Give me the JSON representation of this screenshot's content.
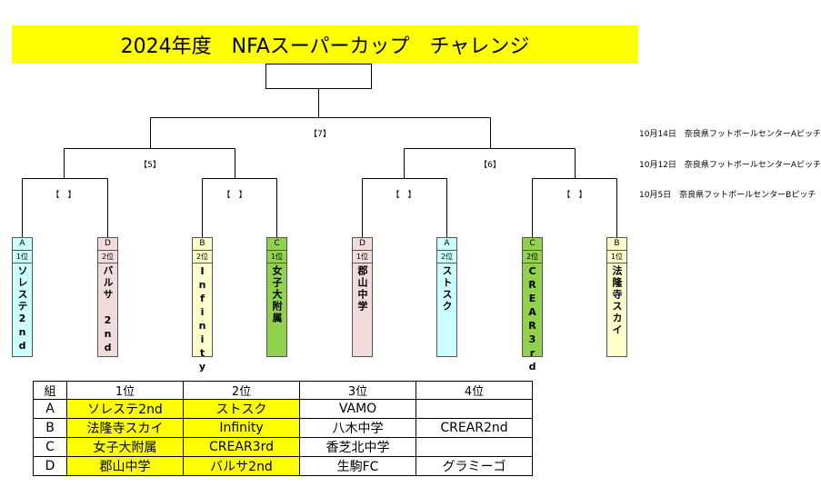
{
  "title": "2024年度　NFAスーパーカップ　チャレンジ",
  "bracket": {
    "final_label": "【7】",
    "semi_left_label": "【5】",
    "semi_right_label": "【6】",
    "qf_labels": [
      "【　】",
      "【　】",
      "【　】",
      "【　】"
    ],
    "teams": [
      {
        "group": "A",
        "rank": "1位",
        "name": "ソレステ2nd",
        "color": "#ccffff"
      },
      {
        "group": "D",
        "rank": "2位",
        "name": "バルサ 2nd",
        "color": "#f2dcdb"
      },
      {
        "group": "B",
        "rank": "2位",
        "name": "Infinity",
        "color": "#ffffcc"
      },
      {
        "group": "C",
        "rank": "1位",
        "name": "女子大附属",
        "color": "#92d050"
      },
      {
        "group": "D",
        "rank": "1位",
        "name": "郡山中学",
        "color": "#f2dcdb"
      },
      {
        "group": "A",
        "rank": "2位",
        "name": "ストスク",
        "color": "#ccffff"
      },
      {
        "group": "C",
        "rank": "2位",
        "name": "CREAR3rd",
        "color": "#92d050"
      },
      {
        "group": "B",
        "rank": "1位",
        "name": "法隆寺スカイ",
        "color": "#ffffcc"
      }
    ]
  },
  "schedule": [
    "10月14日　奈良県フットボールセンターAピッチ",
    "10月12日　奈良県フットボールセンターAピッチ",
    "10月5日　奈良県フットボールセンターBピッチ"
  ],
  "results_table": {
    "headers": [
      "組",
      "1位",
      "2位",
      "3位",
      "4位"
    ],
    "rows": [
      [
        "A",
        "ソレステ2nd",
        "ストスク",
        "VAMO",
        ""
      ],
      [
        "B",
        "法隆寺スカイ",
        "Infinity",
        "八木中学",
        "CREAR2nd"
      ],
      [
        "C",
        "女子大附属",
        "CREAR3rd",
        "香芝北中学",
        ""
      ],
      [
        "D",
        "郡山中学",
        "バルサ2nd",
        "生駒FC",
        "グラミーゴ"
      ]
    ]
  }
}
